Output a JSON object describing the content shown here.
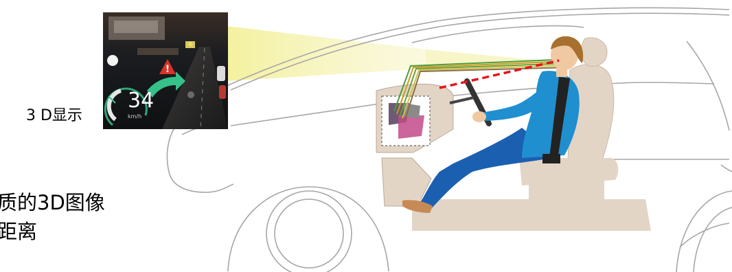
{
  "labels": {
    "display_3d": "3 D显示",
    "caption_line1": "质的3D图像",
    "caption_line2": "距离"
  },
  "hud": {
    "speed_value": "34",
    "speed_unit": "km/h",
    "warning_glyph": "!"
  },
  "colors": {
    "car_outline": "#a6a6a6",
    "interior_fill": "#e3d5c6",
    "light_beam": "#f4f1a4",
    "sight_line": "#e8141b",
    "shirt": "#1f8fcf",
    "jeans": "#1b5fb0",
    "skin": "#f0c9a2",
    "hair": "#a8702e",
    "hud_background": "#121416",
    "hud_accent": "#36c08a"
  },
  "icons": {
    "warning": "warning-triangle-icon",
    "speed_gauge": "speedometer-gauge-icon"
  }
}
